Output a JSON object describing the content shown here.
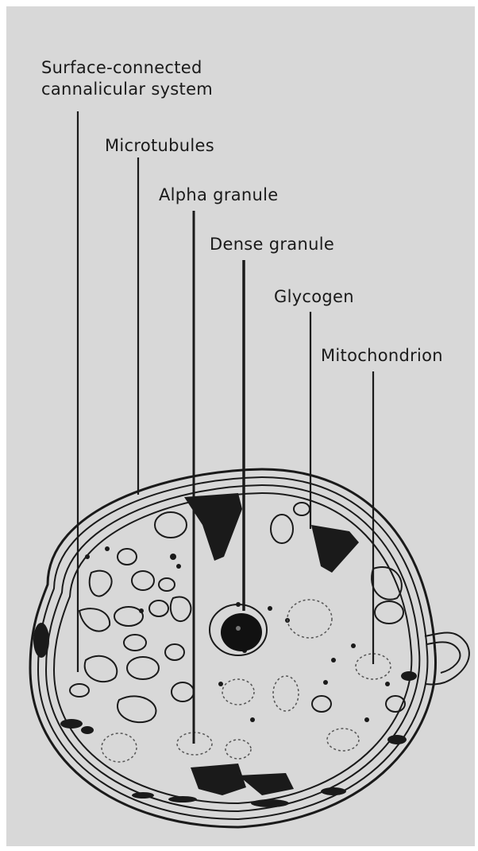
{
  "labels": {
    "scs_line1": "Surface-connected",
    "scs_line2": "cannalicular system",
    "microtubules": "Microtubules",
    "alpha_granule": "Alpha granule",
    "dense_granule": "Dense granule",
    "glycogen": "Glycogen",
    "mitochondrion": "Mitochondrion"
  },
  "colors": {
    "background": "#d8d8d8",
    "ink": "#1a1a1a"
  }
}
